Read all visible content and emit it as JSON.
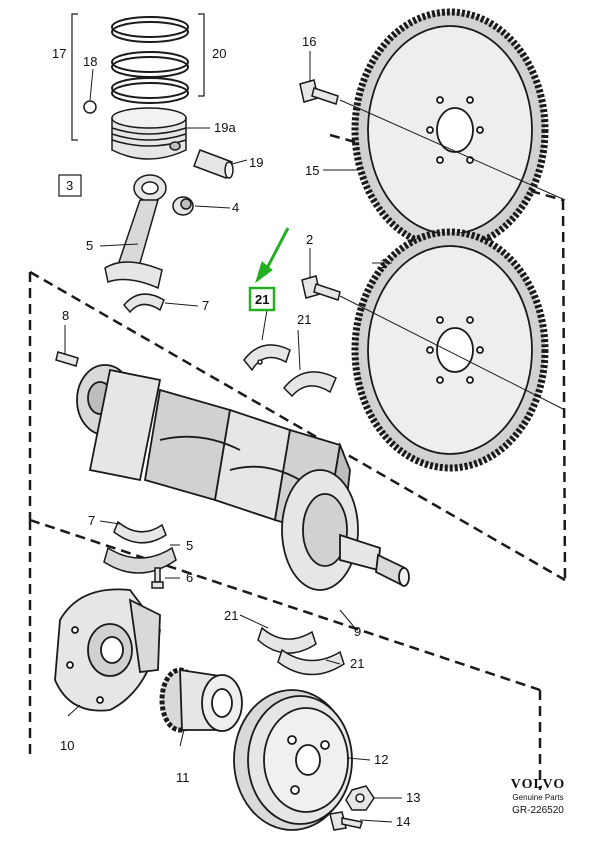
{
  "callouts": {
    "c1": "1",
    "c2": "2",
    "c3": "3",
    "c4": "4",
    "c5a": "5",
    "c5b": "5",
    "c6": "6",
    "c7a": "7",
    "c7b": "7",
    "c8": "8",
    "c9": "9",
    "c10": "10",
    "c11": "11",
    "c12": "12",
    "c13": "13",
    "c14": "14",
    "c15": "15",
    "c16": "16",
    "c17": "17",
    "c18": "18",
    "c19": "19",
    "c19a": "19a",
    "c20": "20",
    "c21hl": "21",
    "c21b": "21",
    "c21c": "21",
    "c21d": "21"
  },
  "brand": {
    "logo": "VOLVO",
    "tagline": "Genuine Parts",
    "drawing_number": "GR-226520"
  },
  "colors": {
    "line": "#1a1a1a",
    "part_fill": "#e6e6e6",
    "part_shade": "#bdbdbd",
    "highlight": "#22b022"
  }
}
